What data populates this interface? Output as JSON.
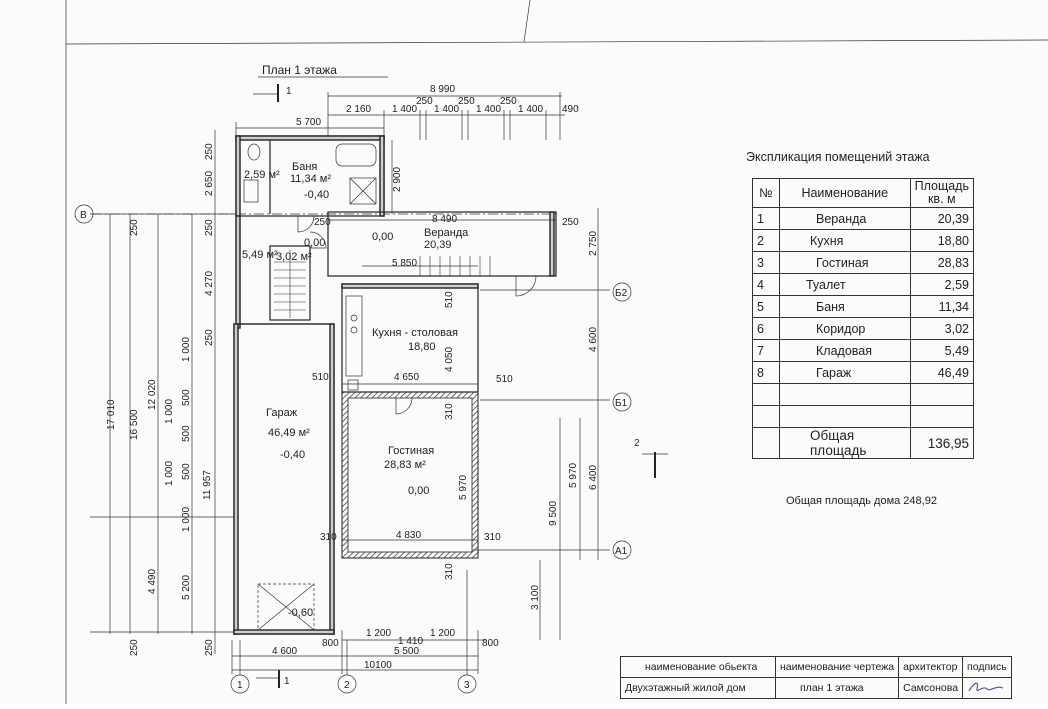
{
  "plan_title": "План 1 этажа",
  "sections": {
    "s1": "1",
    "s2": "2"
  },
  "axes": {
    "A1": "А1",
    "B1": "Б1",
    "B2": "Б2",
    "V": "В",
    "n1": "1",
    "n2": "2",
    "n3": "3"
  },
  "rooms": {
    "banya": {
      "name": "Баня",
      "area": "11,34 м²",
      "level": "-0,40"
    },
    "tualet": {
      "area": "2,59 м²"
    },
    "veranda": {
      "name": "Веранда",
      "area": "20,39",
      "level": "0,00"
    },
    "kladovaya": {
      "area": "5,49 м²"
    },
    "koridor": {
      "area": "3,02 м²",
      "level": "0,00"
    },
    "kuhnya": {
      "name": "Кухня - столовая",
      "area": "18,80"
    },
    "garazh": {
      "name": "Гараж",
      "area": "46,49 м²",
      "level": "-0,40"
    },
    "gostinaya": {
      "name": "Гостиная",
      "area": "28,83 м²",
      "level": "0,00"
    },
    "ramp_level": "-0,60"
  },
  "dims_top": [
    "8 990",
    "5 700",
    "2 160",
    "1 400",
    "250",
    "1 400",
    "250",
    "1 400",
    "250",
    "1 400",
    "490"
  ],
  "dims_left": [
    "17 010",
    "16 500",
    "12 020",
    "11 957",
    "250",
    "4 270",
    "250",
    "1 000",
    "500",
    "1 000",
    "500",
    "1 000",
    "500",
    "1 000",
    "4 490",
    "5 200",
    "250",
    "250",
    "2 650",
    "250"
  ],
  "dims_right": [
    "2 900",
    "2 750",
    "4 600",
    "5 970",
    "6 400",
    "9 500",
    "3 100",
    "250"
  ],
  "dims_inner": [
    "8 490",
    "250",
    "5 850",
    "510",
    "4 650",
    "510",
    "4 050",
    "510",
    "310",
    "5 970",
    "310",
    "4 830",
    "310",
    "310",
    "250"
  ],
  "dims_bottom": [
    "1 200",
    "1 410",
    "1 200",
    "800",
    "800",
    "4 600",
    "5 500",
    "10100"
  ],
  "explication": {
    "title": "Экспликация помещений этажа",
    "col_num": "№",
    "col_name": "Наименование",
    "col_area": "Площадь кв. м",
    "rows": [
      {
        "n": "1",
        "name": "Веранда",
        "area": "20,39"
      },
      {
        "n": "2",
        "name": "Кухня",
        "area": "18,80"
      },
      {
        "n": "3",
        "name": "Гостиная",
        "area": "28,83"
      },
      {
        "n": "4",
        "name": "Туалет",
        "area": "2,59"
      },
      {
        "n": "5",
        "name": "Баня",
        "area": "11,34"
      },
      {
        "n": "6",
        "name": "Коридор",
        "area": "3,02"
      },
      {
        "n": "7",
        "name": "Кладовая",
        "area": "5,49"
      },
      {
        "n": "8",
        "name": "Гараж",
        "area": "46,49"
      }
    ],
    "total_label": "Общая площадь",
    "total_value": "136,95"
  },
  "house_total": "Общая площадь дома 248,92",
  "title_block": {
    "h_object": "наименование обьекта",
    "h_drawing": "наименование чертежа",
    "h_architect": "архитектор",
    "h_sign": "подпись",
    "object": "Двухэтажный жилой дом",
    "drawing": "план 1 этажа",
    "architect": "Самсонова"
  }
}
